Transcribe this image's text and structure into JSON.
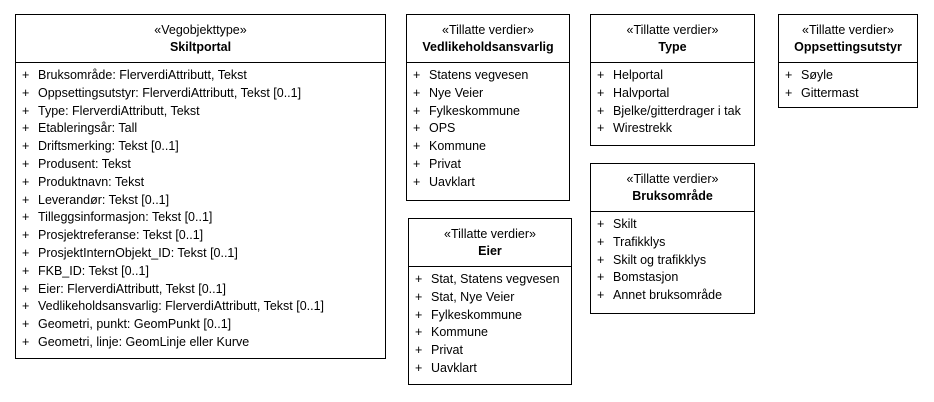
{
  "diagram": {
    "skiltportal": {
      "stereotype": "«Vegobjekttype»",
      "name": "Skiltportal",
      "attributes": [
        {
          "vis": "+",
          "text": "Bruksområde: FlerverdiAttributt, Tekst"
        },
        {
          "vis": "+",
          "text": "Oppsettingsutstyr: FlerverdiAttributt, Tekst [0..1]"
        },
        {
          "vis": "+",
          "text": "Type: FlerverdiAttributt, Tekst"
        },
        {
          "vis": "+",
          "text": "Etableringsår: Tall"
        },
        {
          "vis": "+",
          "text": "Driftsmerking: Tekst [0..1]"
        },
        {
          "vis": "+",
          "text": "Produsent: Tekst"
        },
        {
          "vis": "+",
          "text": "Produktnavn: Tekst"
        },
        {
          "vis": "+",
          "text": "Leverandør: Tekst [0..1]"
        },
        {
          "vis": "+",
          "text": "Tilleggsinformasjon: Tekst [0..1]"
        },
        {
          "vis": "+",
          "text": "Prosjektreferanse: Tekst [0..1]"
        },
        {
          "vis": "+",
          "text": "ProsjektInternObjekt_ID: Tekst [0..1]"
        },
        {
          "vis": "+",
          "text": "FKB_ID: Tekst [0..1]"
        },
        {
          "vis": "+",
          "text": "Eier: FlerverdiAttributt, Tekst [0..1]"
        },
        {
          "vis": "+",
          "text": "Vedlikeholdsansvarlig: FlerverdiAttributt, Tekst [0..1]"
        },
        {
          "vis": "+",
          "text": "Geometri, punkt: GeomPunkt [0..1]"
        },
        {
          "vis": "+",
          "text": "Geometri, linje: GeomLinje eller Kurve"
        }
      ]
    },
    "vedlikeholdsansvarlig": {
      "stereotype": "«Tillatte verdier»",
      "name": "Vedlikeholdsansvarlig",
      "attributes": [
        {
          "vis": "+",
          "text": "Statens vegvesen"
        },
        {
          "vis": "+",
          "text": "Nye Veier"
        },
        {
          "vis": "+",
          "text": "Fylkeskommune"
        },
        {
          "vis": "+",
          "text": "OPS"
        },
        {
          "vis": "+",
          "text": "Kommune"
        },
        {
          "vis": "+",
          "text": "Privat"
        },
        {
          "vis": "+",
          "text": "Uavklart"
        }
      ]
    },
    "type": {
      "stereotype": "«Tillatte verdier»",
      "name": "Type",
      "attributes": [
        {
          "vis": "+",
          "text": "Helportal"
        },
        {
          "vis": "+",
          "text": "Halvportal"
        },
        {
          "vis": "+",
          "text": "Bjelke/gitterdrager i tak"
        },
        {
          "vis": "+",
          "text": "Wirestrekk"
        }
      ]
    },
    "oppsettingsutstyr": {
      "stereotype": "«Tillatte verdier»",
      "name": "Oppsettingsutstyr",
      "attributes": [
        {
          "vis": "+",
          "text": "Søyle"
        },
        {
          "vis": "+",
          "text": "Gittermast"
        }
      ]
    },
    "bruksomrade": {
      "stereotype": "«Tillatte verdier»",
      "name": "Bruksområde",
      "attributes": [
        {
          "vis": "+",
          "text": "Skilt"
        },
        {
          "vis": "+",
          "text": "Trafikklys"
        },
        {
          "vis": "+",
          "text": "Skilt og trafikklys"
        },
        {
          "vis": "+",
          "text": "Bomstasjon"
        },
        {
          "vis": "+",
          "text": "Annet bruksområde"
        }
      ]
    },
    "eier": {
      "stereotype": "«Tillatte verdier»",
      "name": "Eier",
      "attributes": [
        {
          "vis": "+",
          "text": "Stat, Statens vegvesen"
        },
        {
          "vis": "+",
          "text": "Stat, Nye Veier"
        },
        {
          "vis": "+",
          "text": "Fylkeskommune"
        },
        {
          "vis": "+",
          "text": "Kommune"
        },
        {
          "vis": "+",
          "text": "Privat"
        },
        {
          "vis": "+",
          "text": "Uavklart"
        }
      ]
    }
  }
}
